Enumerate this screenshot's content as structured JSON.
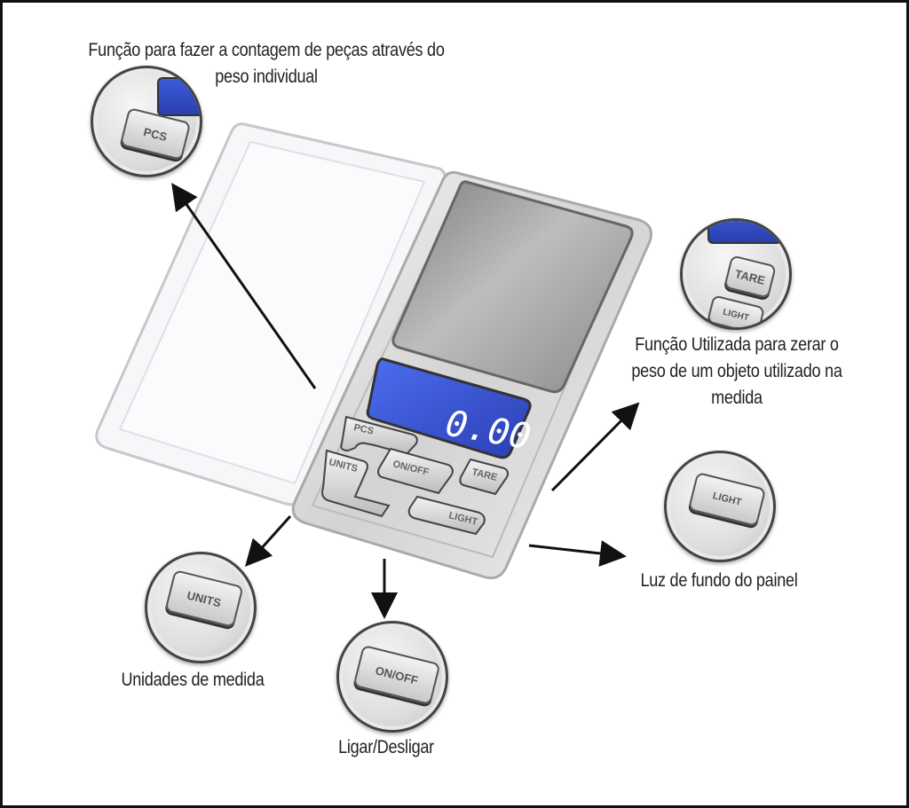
{
  "captions": {
    "pcs": "Função para fazer a contagem de peças através do peso individual",
    "pcs_line1": "Função para fazer a contagem de peças através do",
    "pcs_line2": "peso individual",
    "tare_line1": "Função Utilizada para zerar o",
    "tare_line2": "peso de um objeto utilizado na",
    "tare_line3": "medida",
    "light": "Luz de fundo do painel",
    "units": "Unidades de medida",
    "onoff": "Ligar/Desligar"
  },
  "scale": {
    "display_value": "0.00",
    "buttons": {
      "pcs": "PCS",
      "units": "UNITS",
      "onoff": "ON/OFF",
      "tare": "TARE",
      "light": "LIGHT"
    },
    "colors": {
      "lcd": "#3a56d4",
      "body": "#d9d9d9",
      "platform": "#9a9a9a"
    }
  },
  "callouts": {
    "pcs": "PCS",
    "tare": "TARE",
    "tare_light": "LIGHT",
    "light": "LIGHT",
    "units": "UNITS",
    "onoff": "ON/OFF"
  }
}
